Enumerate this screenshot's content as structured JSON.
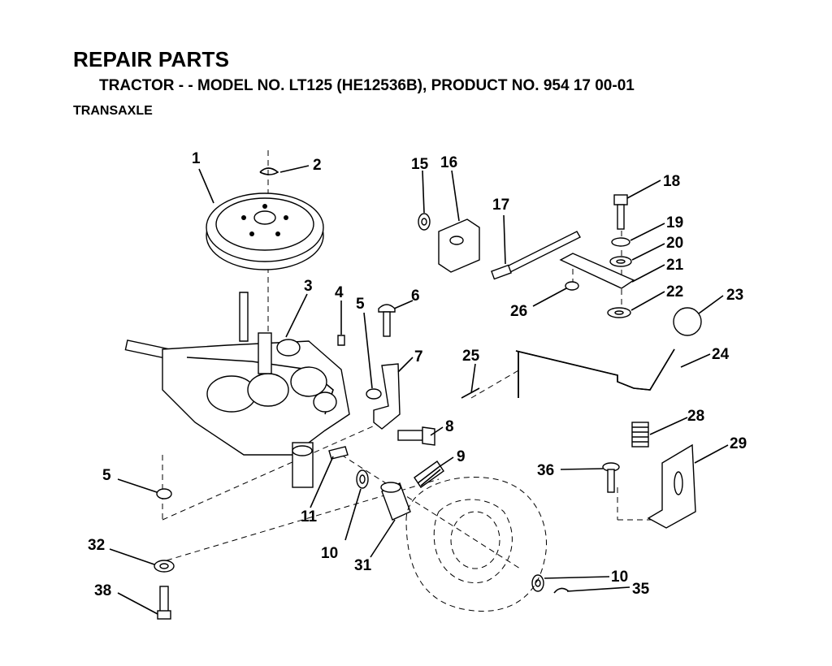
{
  "header": {
    "title": "REPAIR PARTS",
    "subtitle": "TRACTOR - - MODEL NO. LT125 (HE12536B),  PRODUCT NO. 954 17 00-01",
    "section": "TRANSAXLE"
  },
  "callouts": [
    "1",
    "2",
    "3",
    "4",
    "5",
    "6",
    "7",
    "8",
    "9",
    "10",
    "11",
    "15",
    "16",
    "17",
    "18",
    "19",
    "20",
    "21",
    "22",
    "23",
    "24",
    "25",
    "26",
    "28",
    "29",
    "31",
    "32",
    "35",
    "36",
    "38"
  ],
  "callout_labels": {
    "c1": "1",
    "c2": "2",
    "c3": "3",
    "c4": "4",
    "c5a": "5",
    "c5b": "5",
    "c6": "6",
    "c7": "7",
    "c8": "8",
    "c9": "9",
    "c10a": "10",
    "c10b": "10",
    "c11": "11",
    "c15": "15",
    "c16": "16",
    "c17": "17",
    "c18": "18",
    "c19": "19",
    "c20": "20",
    "c21": "21",
    "c22": "22",
    "c23": "23",
    "c24": "24",
    "c25": "25",
    "c26": "26",
    "c28": "28",
    "c29": "29",
    "c31": "31",
    "c32": "32",
    "c35": "35",
    "c36": "36",
    "c38": "38"
  }
}
